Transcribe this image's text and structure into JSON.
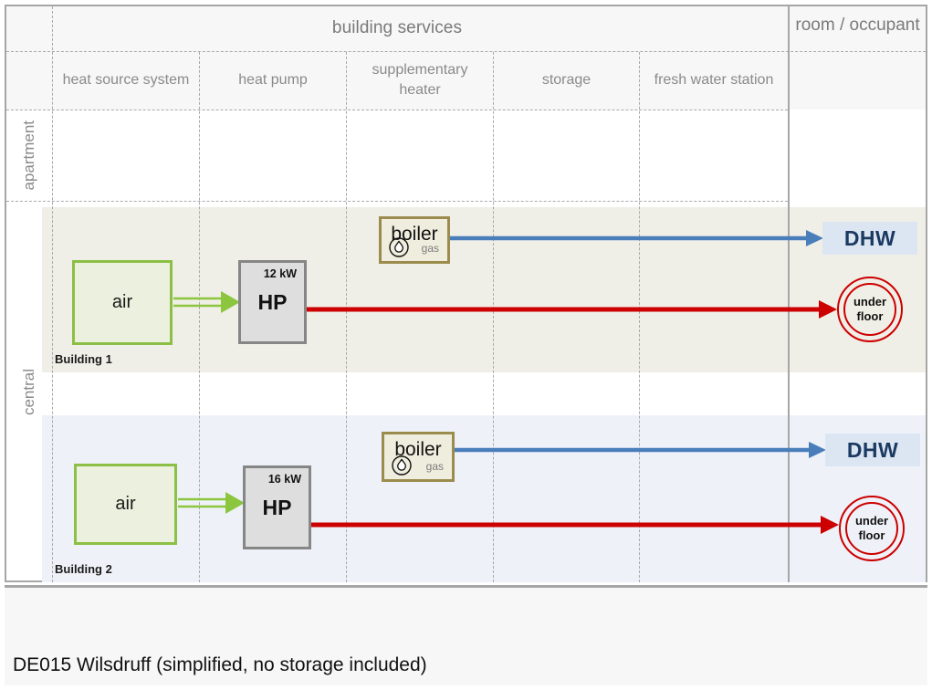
{
  "diagram": {
    "caption": "DE015 Wilsdruff (simplified, no storage included)",
    "header": {
      "group_label": "building services",
      "right_column_label": "room / occupant",
      "columns": [
        "heat source system",
        "heat pump",
        "supplementary heater",
        "storage",
        "fresh water station"
      ]
    },
    "row_labels": [
      "apartment",
      "central"
    ],
    "buildings": [
      {
        "tag": "Building 1",
        "band_color": "#f0efe7",
        "source": {
          "label": "air"
        },
        "heat_pump": {
          "label": "HP",
          "capacity": "12 kW"
        },
        "supplementary_heater": {
          "label": "boiler",
          "fuel": "gas",
          "icon": "flame-icon"
        },
        "outputs": [
          {
            "label": "DHW",
            "kind": "badge"
          },
          {
            "label_line1": "under",
            "label_line2": "floor",
            "kind": "circle"
          }
        ]
      },
      {
        "tag": "Building 2",
        "band_color": "#eef2f8",
        "source": {
          "label": "air"
        },
        "heat_pump": {
          "label": "HP",
          "capacity": "16 kW"
        },
        "supplementary_heater": {
          "label": "boiler",
          "fuel": "gas",
          "icon": "flame-icon"
        },
        "outputs": [
          {
            "label": "DHW",
            "kind": "badge"
          },
          {
            "label_line1": "under",
            "label_line2": "floor",
            "kind": "circle"
          }
        ]
      }
    ],
    "colors": {
      "source_stroke": "#8cbf45",
      "source_fill": "#ecf0de",
      "heat_pump_stroke": "#868686",
      "heat_pump_fill": "#dedede",
      "boiler_stroke": "#9b8c4e",
      "boiler_fill": "#efeddd",
      "dhw_fill": "#dce6f3",
      "dhw_text": "#1b3a62",
      "heating_line": "#cc0000",
      "dhw_line": "#4a7ebb",
      "source_line": "#8cc63f",
      "grid": "#a9a9a9",
      "frame": "#a6a6a6"
    }
  }
}
